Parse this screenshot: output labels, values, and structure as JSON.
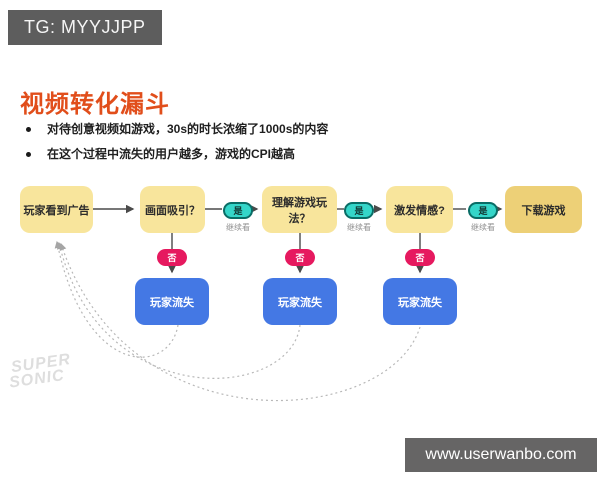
{
  "watermark_top": {
    "label": "TG: MYYJJPP"
  },
  "header": {
    "title": "视频转化漏斗",
    "bullets": [
      "对待创意视频如游戏，30s的时长浓缩了1000s的内容",
      "在这个过程中流失的用户越多，游戏的CPI越高"
    ]
  },
  "flow": {
    "stages": [
      {
        "label": "玩家看到广告"
      },
      {
        "label": "画面吸引？"
      },
      {
        "label": "理解游戏玩法？"
      },
      {
        "label": "激发情感?"
      },
      {
        "label": "下载游戏"
      }
    ],
    "yes_label": "是",
    "yes_sublabel": "继续看",
    "no_label": "否",
    "churn_label": "玩家流失"
  },
  "logo": {
    "line1": "SUPER",
    "line2": "SONIC"
  },
  "watermark_bottom": {
    "label": "www.userwanbo.com"
  },
  "colors": {
    "title_orange": "#e14e1b",
    "stage_yellow": "#f8e59c",
    "stage_gold": "#edd077",
    "yes_teal": "#35d6c9",
    "no_pink": "#e6195f",
    "churn_blue": "#4478e4",
    "badge_gray": "#5d5d5d"
  }
}
